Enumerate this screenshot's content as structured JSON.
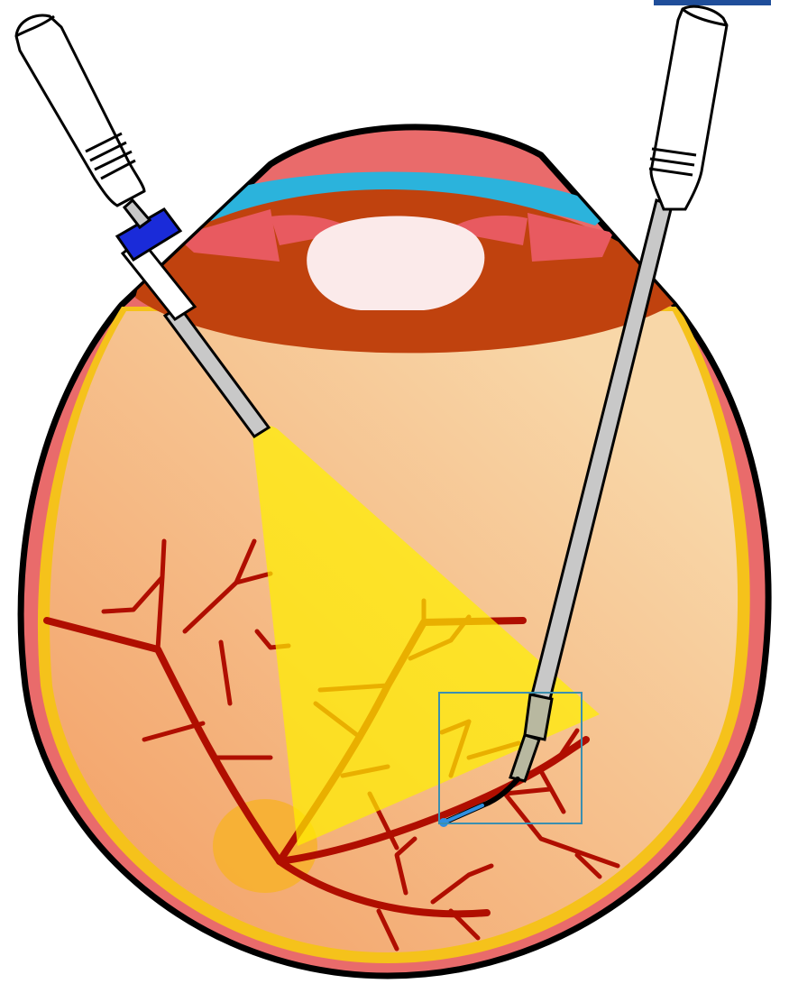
{
  "colors": {
    "outline": "#000000",
    "cornea": "#2bb3dc",
    "sclera_rim": "#e96b6b",
    "iris": "#c0420e",
    "ciliary": "#e85a60",
    "lens": "#fbeaea",
    "retina_rim": "#f5c21b",
    "fundus_light": "#f8d7a8",
    "fundus_dark": "#f3a46b",
    "vessels": "#b00e00",
    "optic_disc": "#f7b12c",
    "light_cone": "#ffee00",
    "instrument_body": "#ffffff",
    "instrument_shaft": "#c8c8c8",
    "trocar_band": "#1a2bd9",
    "focus_box": "#3b8fb0",
    "tool_tip": "#2f8fe0",
    "corner_tab": "#1f4e9a"
  },
  "parts": {
    "left_instrument": "light-pipe-endoilluminator",
    "right_instrument": "cannulation-micropipette",
    "highlight": "focus-box-around-needle-tip",
    "icons": [
      "light-pipe-icon",
      "micropipette-icon"
    ]
  }
}
